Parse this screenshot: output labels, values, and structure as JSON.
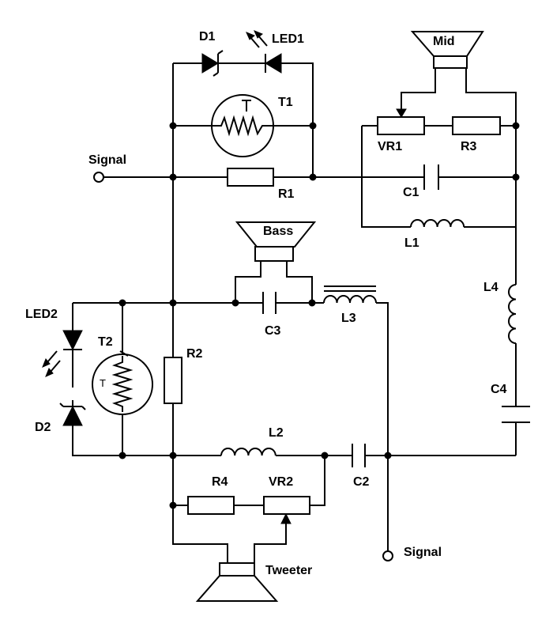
{
  "components": {
    "D1": "D1",
    "LED1": "LED1",
    "T1": "T1",
    "R1": "R1",
    "Mid": "Mid",
    "VR1": "VR1",
    "R3": "R3",
    "C1": "C1",
    "L1": "L1",
    "Bass": "Bass",
    "C3": "C3",
    "L3": "L3",
    "L4": "L4",
    "LED2": "LED2",
    "T2": "T2",
    "R2": "R2",
    "D2": "D2",
    "C4": "C4",
    "L2": "L2",
    "C2": "C2",
    "R4": "R4",
    "VR2": "VR2",
    "Tweeter": "Tweeter"
  },
  "terminals": {
    "input": "Signal",
    "output": "Signal"
  },
  "thermistor_mark": "T"
}
